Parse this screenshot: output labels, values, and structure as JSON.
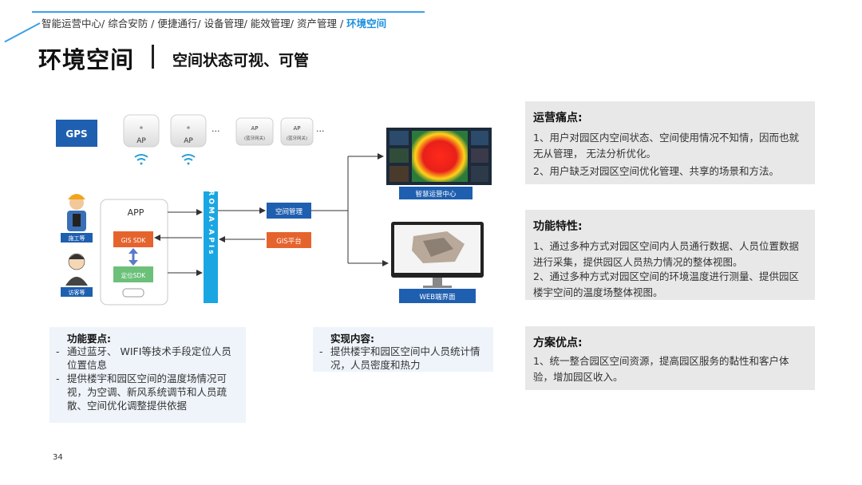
{
  "header": {
    "breadcrumb": [
      "智能运营中心/",
      "综合安防 /",
      "便捷通行/",
      "设备管理/",
      "能效管理/",
      "资产管理 /"
    ],
    "breadcrumb_current": "环境空间",
    "title": "环境空间",
    "subtitle": "空间状态可视、可管"
  },
  "diagram": {
    "gps": "GPS",
    "ap_label": "AP",
    "dots": "···",
    "ap_small_1": "(蓝牙网关)",
    "ap_small_2": "(蓝牙网关)",
    "worker_label": "施工等",
    "visitor_label": "访客等",
    "app": "APP",
    "gis_sdk": "GIS SDK",
    "loc_sdk": "定位SDK",
    "roma": "ROMA·APIs",
    "space_mgmt": "空间管理",
    "gis_platform": "GIS平台",
    "ops_center": "智慧运营中心",
    "web_ui": "WEB端界面"
  },
  "panels": [
    {
      "title": "运营痛点:",
      "items": [
        "1、用户对园区内空间状态、空间使用情况不知情，因而也就无从管理， 无法分析优化。",
        "2、用户缺乏对园区空间优化管理、共享的场景和方法。"
      ]
    },
    {
      "title": "功能特性:",
      "items": [
        "1、通过多种方式对园区空间内人员通行数据、人员位置数据进行采集，提供园区人员热力情况的整体视图。",
        "2、通过多种方式对园区空间的环境温度进行测量、提供园区楼宇空间的温度场整体视图。"
      ]
    },
    {
      "title": "方案优点:",
      "items": [
        "1、统一整合园区空间资源，提高园区服务的黏性和客户体验，增加园区收入。"
      ]
    }
  ],
  "notes": [
    {
      "title": "功能要点:",
      "items": [
        "通过蓝牙、 WIFI等技术手段定位人员位置信息",
        "提供楼宇和园区空间的温度场情况可视，为空调、新风系统调节和人员疏散、空间优化调整提供依据"
      ]
    },
    {
      "title": "实现内容:",
      "items": [
        "提供楼宇和园区空间中人员统计情况，人员密度和热力"
      ]
    }
  ],
  "page_number": "34"
}
